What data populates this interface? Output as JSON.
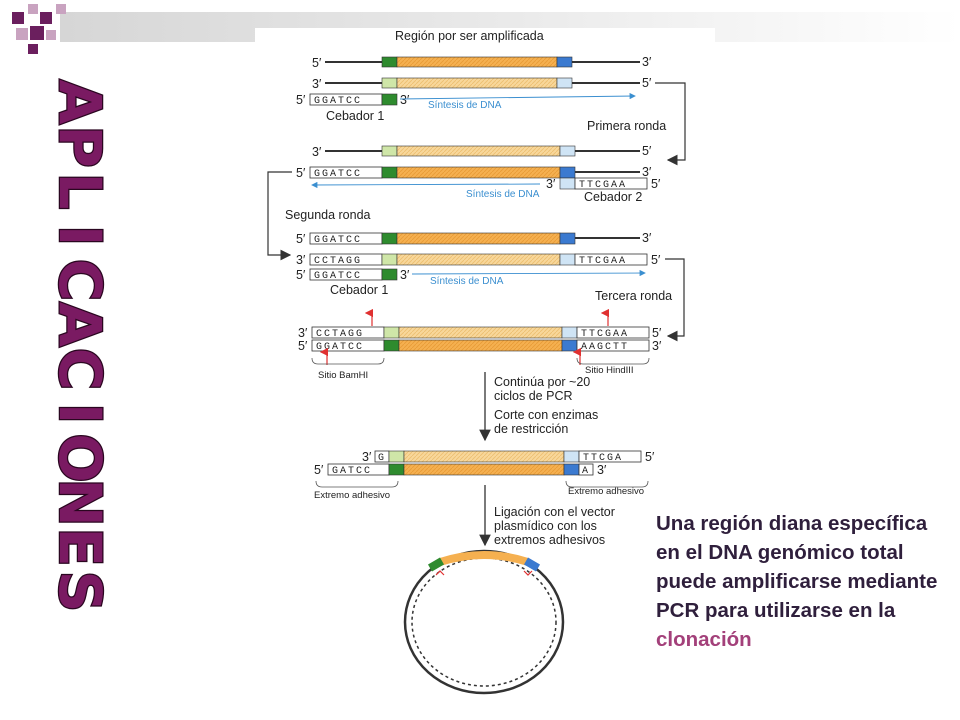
{
  "title_letters": [
    "A",
    "P",
    "L",
    "I",
    "C",
    "A",
    "C",
    "I",
    "O",
    "N",
    "E",
    "S"
  ],
  "title_dashes": [
    false,
    false,
    false,
    true,
    false,
    false,
    false,
    true,
    false,
    false,
    false,
    false
  ],
  "diagram": {
    "region_label": "Región por ser amplificada",
    "primer1": "Cebador 1",
    "primer2": "Cebador 2",
    "synthesis": "Síntesis de DNA",
    "round1": "Primera ronda",
    "round2": "Segunda ronda",
    "round3": "Tercera ronda",
    "five": "5′",
    "three": "3′",
    "seq_ggatcc": "GGATCC",
    "seq_cctagg": "CCTAGG",
    "seq_ttcgaa": "TTCGAA",
    "seq_aagctt": "AAGCTT",
    "seq_g": "G",
    "seq_gatcc": "GATCC",
    "seq_ttcga": "TTCGA",
    "seq_a": "A",
    "site_bam": "Sitio BamHI",
    "site_hind": "Sitio HindIII",
    "continue_1": "Continúa por ~20",
    "continue_2": "ciclos de PCR",
    "continue_3": "Corte con enzimas",
    "continue_4": "de restricción",
    "sticky": "Extremo adhesivo",
    "ligation_1": "Ligación con el vector",
    "ligation_2": "plasmídico con los",
    "ligation_3": "extremos adhesivos"
  },
  "caption": {
    "text": "Una región diana específica en el DNA genómico total puede amplificarse mediante PCR para utilizarse en la",
    "highlight": "clonación"
  },
  "colors": {
    "title_fill": "#7a1a62",
    "orange": "#f5b050",
    "green": "#2e8b2e",
    "light_green": "#cfe6a8",
    "blue": "#3b7ad0",
    "light_blue": "#cfe4f5",
    "arrow_blue": "#3b8fd0",
    "caption_highlight": "#a3407a",
    "square_dark": "#6b1f5e",
    "square_light": "#c9a3c0"
  }
}
